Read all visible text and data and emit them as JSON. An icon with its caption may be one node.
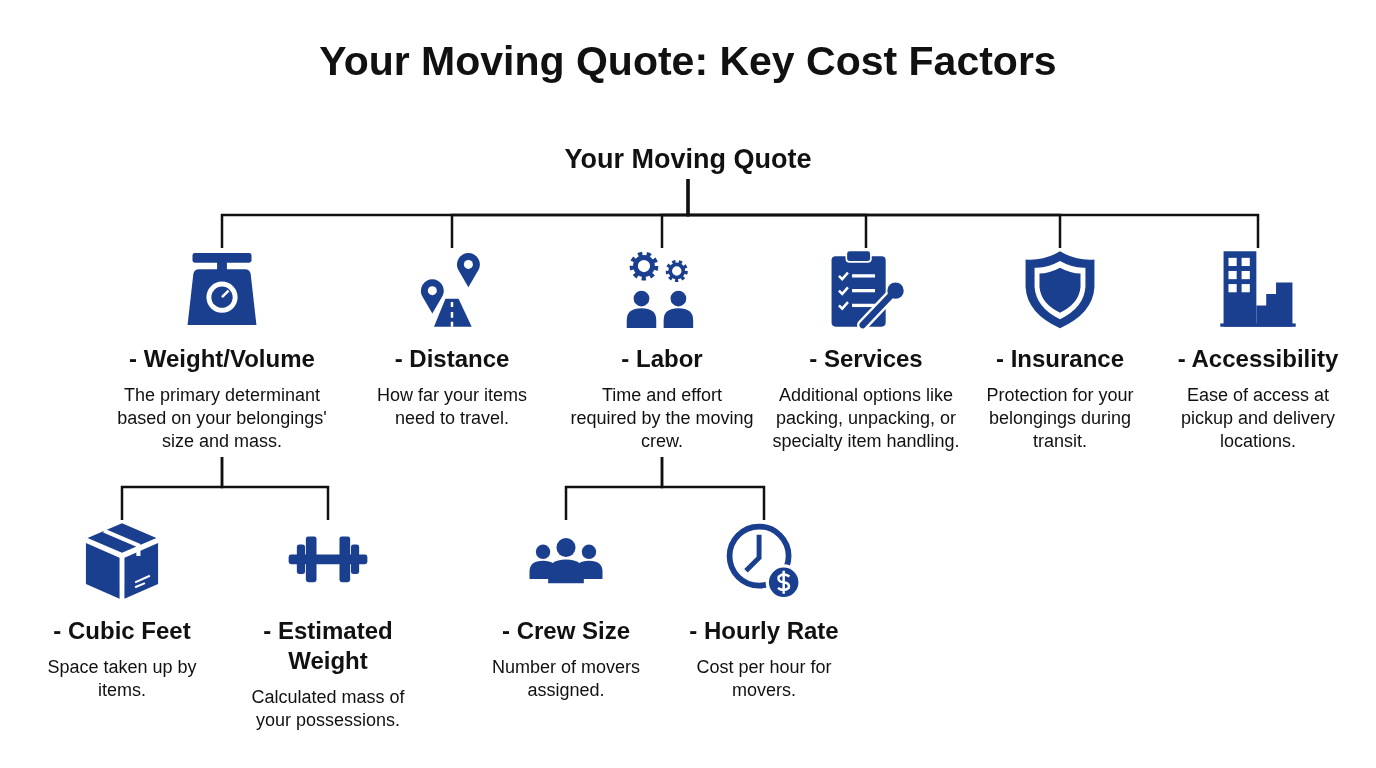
{
  "diagram": {
    "title": "Your Moving Quote: Key Cost Factors",
    "nodes": [
      {
        "text": [
          "Your Moving Quote"
        ]
      },
      {
        "text": [
          "- Weight/Volume",
          "The primary determinant based on your belongings' size and mass."
        ]
      },
      {
        "text": [
          "- Distance",
          "How far your items need to travel."
        ]
      },
      {
        "text": [
          "- Labor",
          "Time and effort required by the moving crew."
        ]
      },
      {
        "text": [
          "- Services",
          "Additional options like packing, unpacking, or specialty item handling."
        ]
      },
      {
        "text": [
          "- Insurance",
          "Protection for your belongings during transit."
        ]
      },
      {
        "text": [
          "- Accessibility",
          "Ease of access at pickup and delivery locations."
        ]
      },
      {
        "text": [
          "- Cubic Feet",
          "Space taken up by items."
        ]
      },
      {
        "text": [
          "- Estimated Weight",
          "Calculated mass of your possessions."
        ]
      },
      {
        "text": [
          "- Crew Size",
          "Number of movers assigned."
        ]
      },
      {
        "text": [
          "- Hourly Rate",
          "Cost per hour for movers."
        ]
      }
    ],
    "edges": [
      {
        "from": 0,
        "to": 1,
        "arrow": "none"
      },
      {
        "from": 0,
        "to": 2,
        "arrow": "none"
      },
      {
        "from": 0,
        "to": 3,
        "arrow": "none"
      },
      {
        "from": 0,
        "to": 4,
        "arrow": "none"
      },
      {
        "from": 0,
        "to": 5,
        "arrow": "none"
      },
      {
        "from": 0,
        "to": 6,
        "arrow": "none"
      },
      {
        "from": 1,
        "to": 7,
        "arrow": "none"
      },
      {
        "from": 1,
        "to": 8,
        "arrow": "none"
      },
      {
        "from": 3,
        "to": 9,
        "arrow": "none"
      },
      {
        "from": 3,
        "to": 10,
        "arrow": "none"
      }
    ]
  }
}
